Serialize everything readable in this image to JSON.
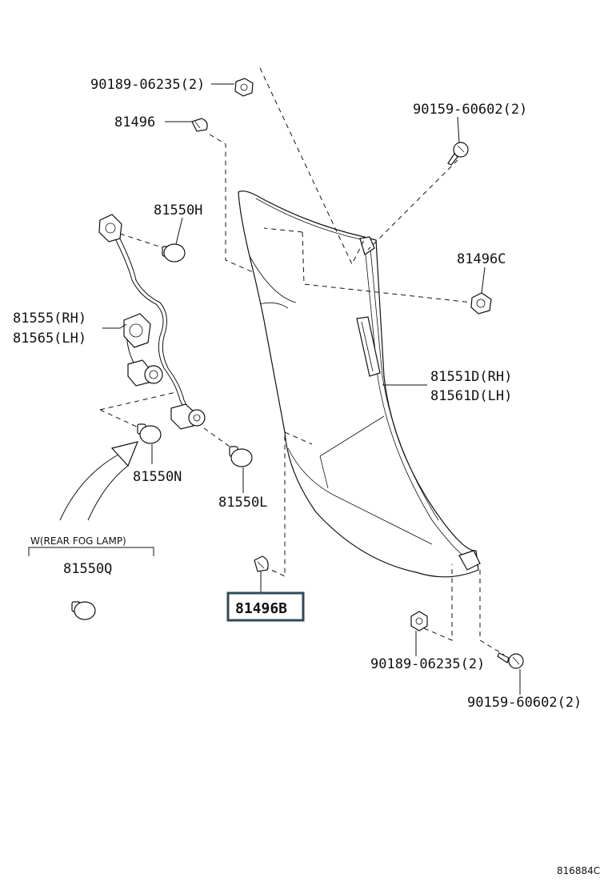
{
  "parts": {
    "p_90189_top": "90189-06235(2)",
    "p_81496": "81496",
    "p_90159_top": "90159-60602(2)",
    "p_81550H": "81550H",
    "p_81496C": "81496C",
    "p_81555": "81555(RH)",
    "p_81565": "81565(LH)",
    "p_81551D": "81551D(RH)",
    "p_81561D": "81561D(LH)",
    "p_81550N": "81550N",
    "p_81550L": "81550L",
    "p_81550Q": "81550Q",
    "p_81496B": "81496B",
    "p_90189_bottom": "90189-06235(2)",
    "p_90159_bottom": "90159-60602(2)"
  },
  "note": "W(REAR FOG LAMP)",
  "diagram_ref": "816884C",
  "highlight_color": "#2f4a5a"
}
